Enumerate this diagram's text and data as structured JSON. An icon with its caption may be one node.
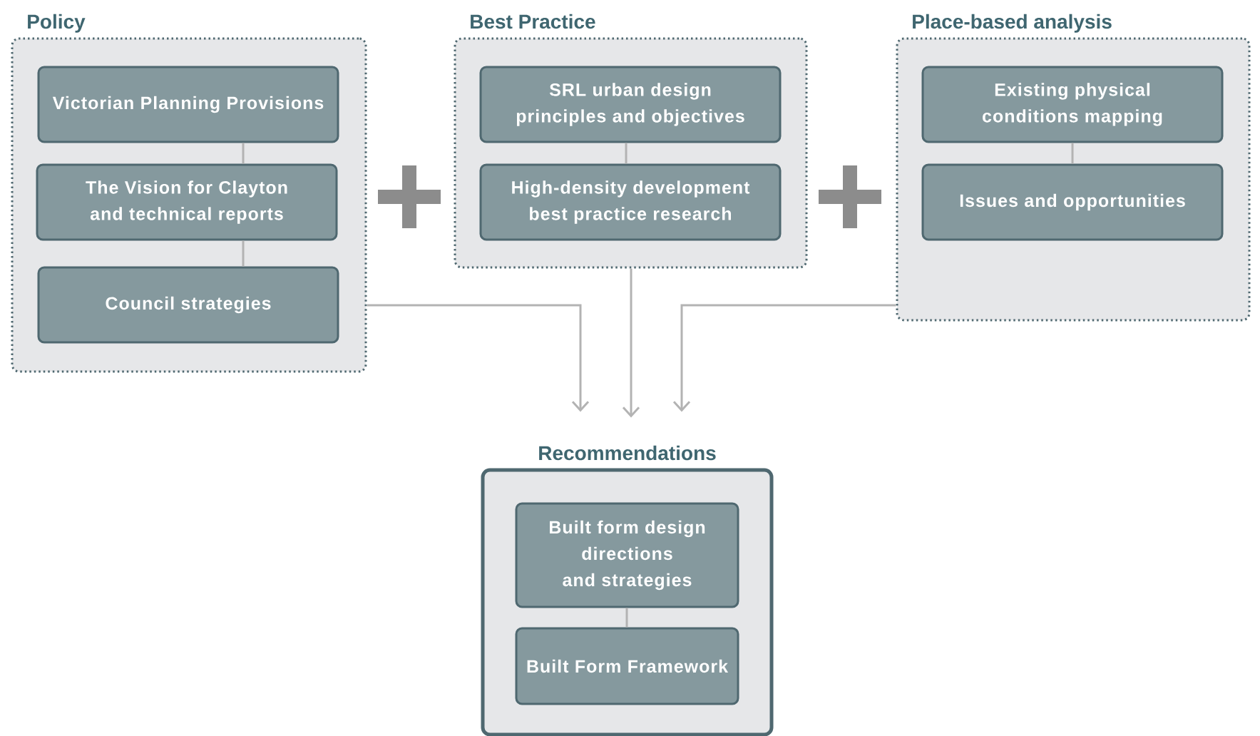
{
  "diagram": {
    "nodes": [
      {
        "text": [
          "Policy"
        ]
      },
      {
        "text": [
          "Victorian Planning Provisions"
        ],
        "in": 0
      },
      {
        "text": [
          "The Vision for Clayton and technical reports"
        ],
        "in": 0
      },
      {
        "text": [
          "Council strategies"
        ],
        "in": 0
      },
      {
        "text": [
          "Best Practice"
        ]
      },
      {
        "text": [
          "SRL urban design principles and objectives"
        ],
        "in": 4
      },
      {
        "text": [
          "High-density development best practice research"
        ],
        "in": 4
      },
      {
        "text": [
          "Place-based analysis"
        ]
      },
      {
        "text": [
          "Existing physical conditions mapping"
        ],
        "in": 7
      },
      {
        "text": [
          "Issues and opportunities"
        ],
        "in": 7
      },
      {
        "text": [
          "Recommendations"
        ]
      },
      {
        "text": [
          "Built form design directions and strategies"
        ],
        "in": 10
      },
      {
        "text": [
          "Built Form Framework"
        ],
        "in": 10
      }
    ],
    "edges": [
      {
        "from": 1,
        "to": 2,
        "arrow": "none"
      },
      {
        "from": 2,
        "to": 3,
        "arrow": "none"
      },
      {
        "from": 5,
        "to": 6,
        "arrow": "none"
      },
      {
        "from": 8,
        "to": 9,
        "arrow": "none"
      },
      {
        "from": 11,
        "to": 12,
        "arrow": "none"
      },
      {
        "from": 0,
        "to": 10,
        "arrow": "to"
      },
      {
        "from": 4,
        "to": 10,
        "arrow": "to"
      },
      {
        "from": 7,
        "to": 10,
        "arrow": "to"
      }
    ]
  }
}
